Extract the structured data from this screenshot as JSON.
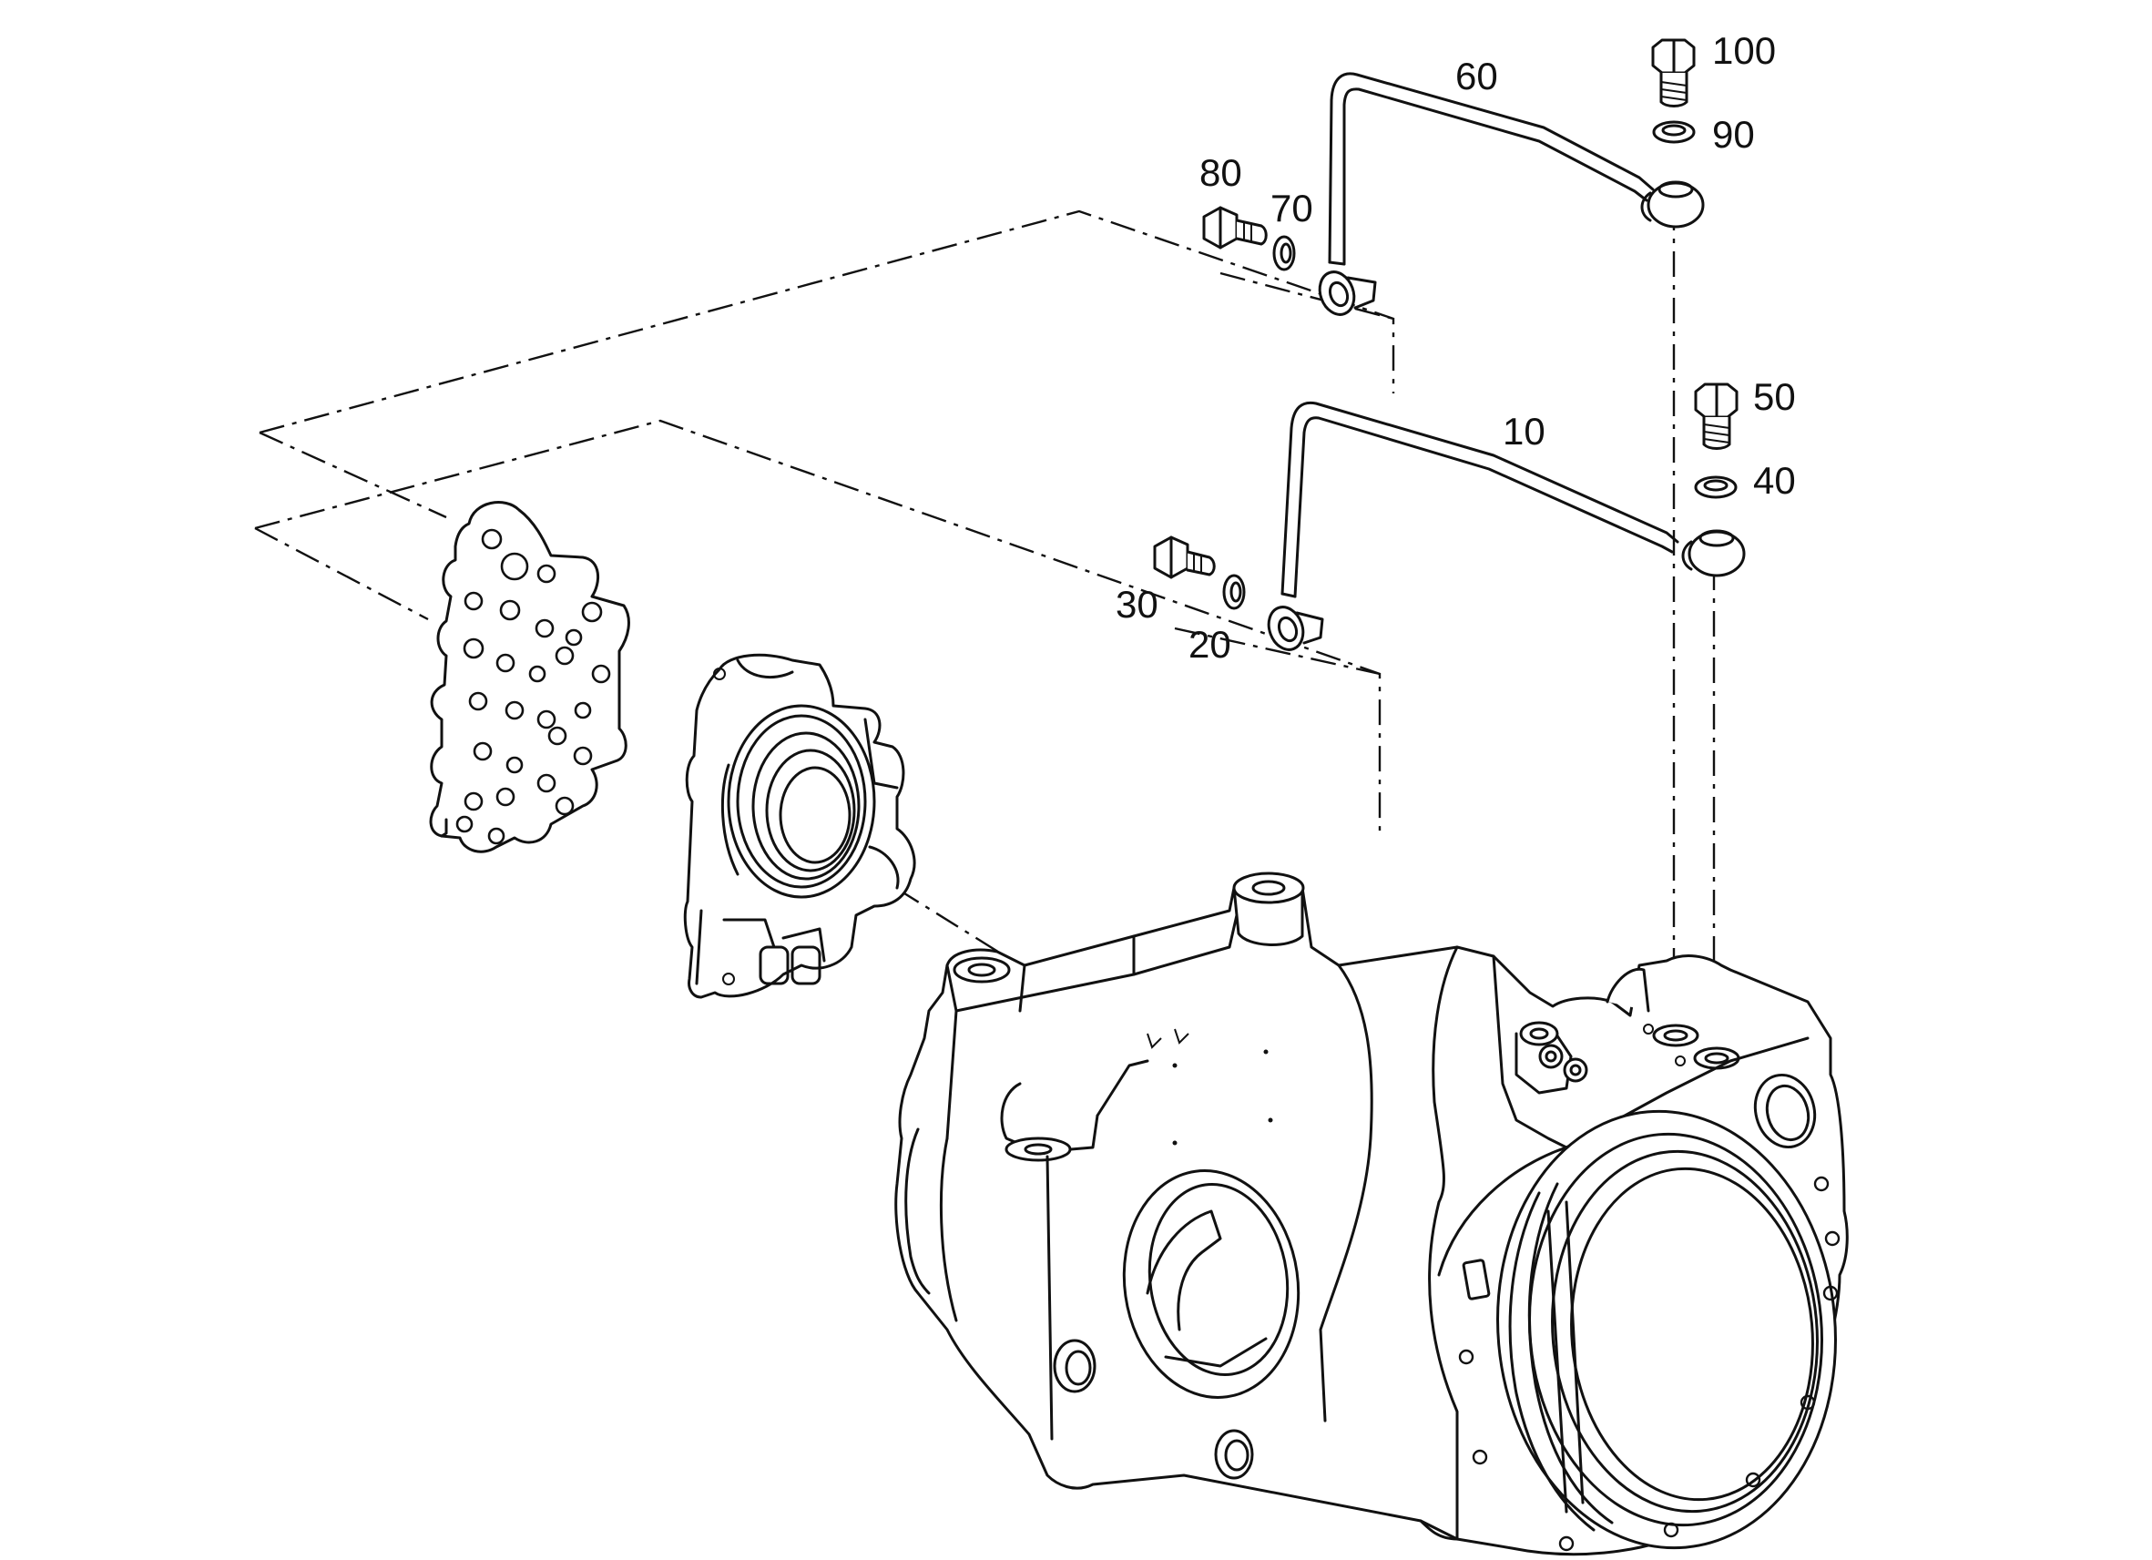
{
  "diagram": {
    "background": "#ffffff",
    "line_color": "#111111",
    "callouts": {
      "p10": "10",
      "p20": "20",
      "p30": "30",
      "p40": "40",
      "p50": "50",
      "p60": "60",
      "p70": "70",
      "p80": "80",
      "p90": "90",
      "p100": "100"
    }
  }
}
